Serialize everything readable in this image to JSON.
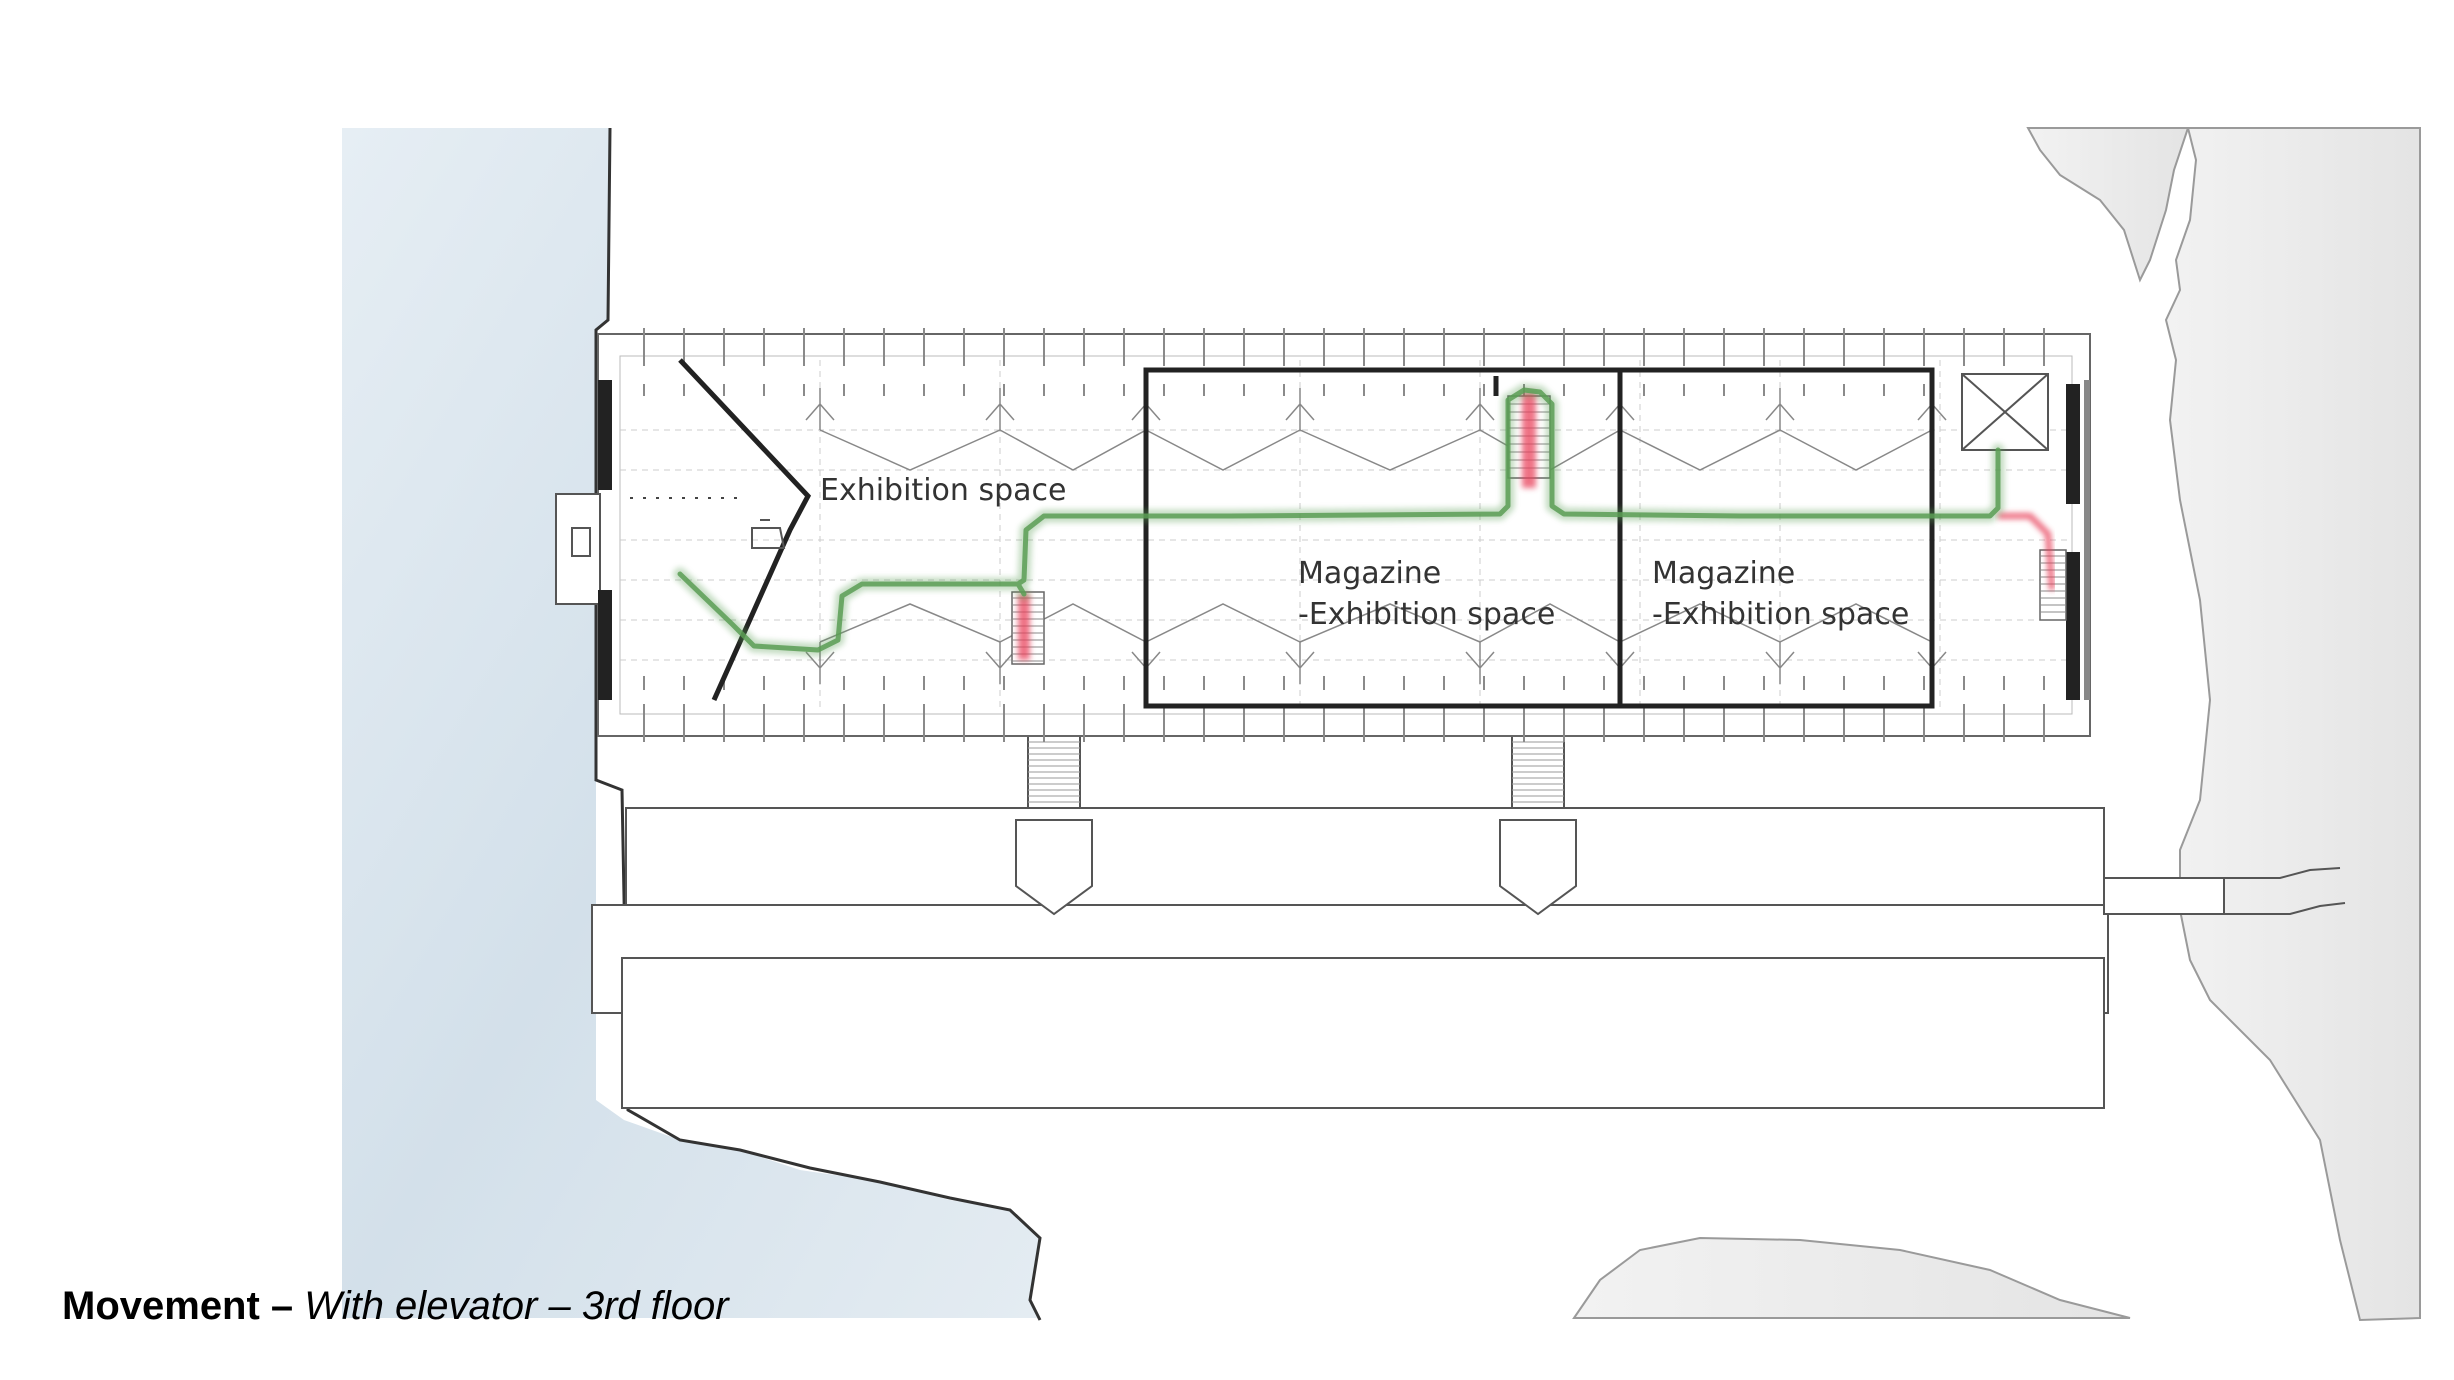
{
  "rooms": {
    "exhibition": "Exhibition space",
    "magazine_a_line1": "Magazine",
    "magazine_a_line2": "-Exhibition space",
    "magazine_b_line1": "Magazine",
    "magazine_b_line2": "-Exhibition space"
  },
  "caption": {
    "title": "Movement",
    "dash": " – ",
    "subtitle": "With elevator – 3rd floor"
  },
  "colors": {
    "water": "#dce6ee",
    "ground": "#eeeeee",
    "wall": "#222222",
    "route": "#5a9e55",
    "stairs_highlight": "#e8425c",
    "grid_line": "#cccccc"
  }
}
